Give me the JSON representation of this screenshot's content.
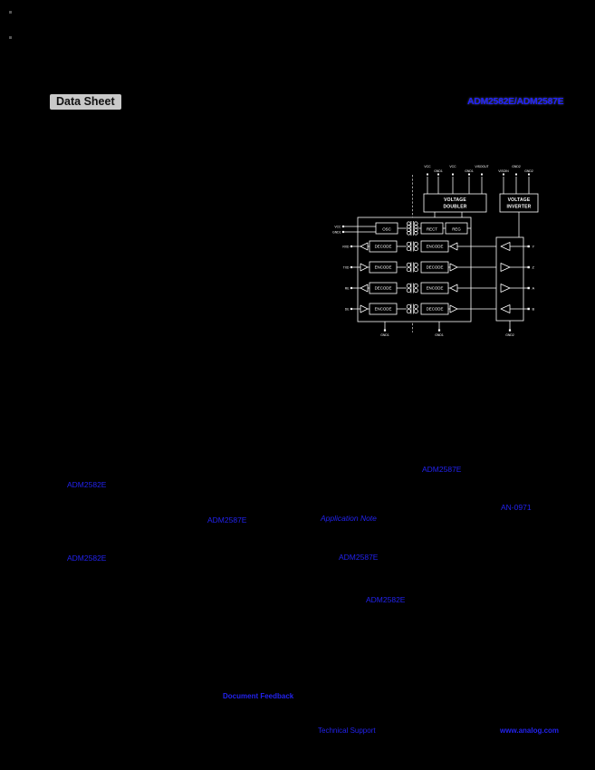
{
  "colors": {
    "page_background": "#000000",
    "link_blue": "#2222ee",
    "diagram_line": "#ffffff"
  },
  "header": {
    "doc_type_label": "Data Sheet",
    "part_number": "ADM2582E/ADM2587E"
  },
  "diagram": {
    "voltage_doubler": {
      "line1": "VOLTAGE",
      "line2": "DOUBLER"
    },
    "voltage_inverter": {
      "line1": "VOLTAGE",
      "line2": "INVERTER"
    },
    "power_chain": {
      "osc": "OSC",
      "rect": "RECT",
      "reg": "REG"
    },
    "rows": [
      {
        "left": "DECODE",
        "right": "ENCODE"
      },
      {
        "left": "ENCODE",
        "right": "DECODE"
      },
      {
        "left": "DECODE",
        "right": "ENCODE"
      },
      {
        "left": "ENCODE",
        "right": "DECODE"
      }
    ],
    "top_pins": [
      "VCC",
      "GND1",
      "VCC",
      "GND1",
      "VISOOUT",
      "VISOIN",
      "GND2",
      "GND2"
    ],
    "left_power_pins": [
      "VCC",
      "GND1"
    ],
    "left_signal_pins": [
      "RXD",
      "TXD",
      "RE",
      "DE"
    ],
    "right_bus_pins": [
      "Y",
      "Z",
      "A",
      "B"
    ],
    "bottom_pins": [
      "GND1",
      "GND1",
      "GND2"
    ]
  },
  "inline_links": [
    {
      "text": "ADM2587E"
    },
    {
      "text": "ADM2582E"
    },
    {
      "text": "AN-0971"
    },
    {
      "text": "ADM2587E"
    },
    {
      "text": "Application Note"
    },
    {
      "text": "ADM2582E"
    },
    {
      "text": "ADM2587E"
    },
    {
      "text": "ADM2582E"
    }
  ],
  "footer": {
    "document_feedback": "Document Feedback",
    "technical_support": "Technical Support",
    "website": "www.analog.com"
  }
}
